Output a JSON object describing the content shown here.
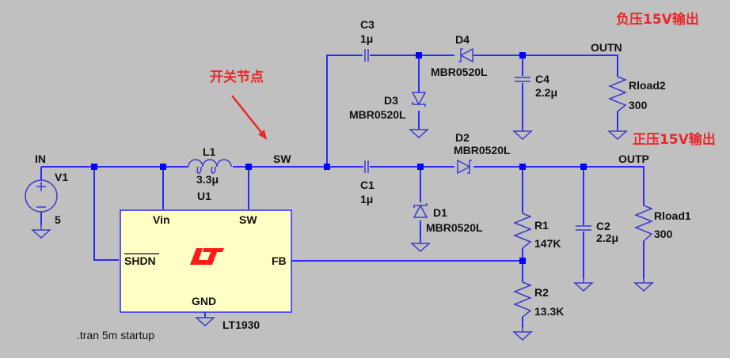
{
  "app": "LTspice schematic",
  "colors": {
    "background": "#c0c0c0",
    "wire": "#2a2aff",
    "junction": "#0000ff",
    "ic_body": "#ffffc6",
    "annotation": "#e8282a",
    "logo": "#ff1a1a"
  },
  "nets": {
    "in": "IN",
    "sw": "SW",
    "outn": "OUTN",
    "outp": "OUTP"
  },
  "components": {
    "v1": {
      "name": "V1",
      "value": "5"
    },
    "l1": {
      "name": "L1",
      "value": "3.3μ"
    },
    "u1": {
      "name": "U1",
      "part": "LT1930",
      "pins": {
        "vin": "Vin",
        "sw": "SW",
        "shdn": "SHDN",
        "fb": "FB",
        "gnd": "GND"
      }
    },
    "c1": {
      "name": "C1",
      "value": "1μ"
    },
    "c2": {
      "name": "C2",
      "value": "2.2μ"
    },
    "c3": {
      "name": "C3",
      "value": "1μ"
    },
    "c4": {
      "name": "C4",
      "value": "2.2μ"
    },
    "d1": {
      "name": "D1",
      "value": "MBR0520L"
    },
    "d2": {
      "name": "D2",
      "value": "MBR0520L"
    },
    "d3": {
      "name": "D3",
      "value": "MBR0520L"
    },
    "d4": {
      "name": "D4",
      "value": "MBR0520L"
    },
    "r1": {
      "name": "R1",
      "value": "147K"
    },
    "r2": {
      "name": "R2",
      "value": "13.3K"
    },
    "rload1": {
      "name": "Rload1",
      "value": "300"
    },
    "rload2": {
      "name": "Rload2",
      "value": "300"
    }
  },
  "directive": ".tran 5m startup",
  "annotations": {
    "switch_node": "开关节点",
    "negative_output": "负压15V输出",
    "positive_output": "正压15V输出"
  }
}
